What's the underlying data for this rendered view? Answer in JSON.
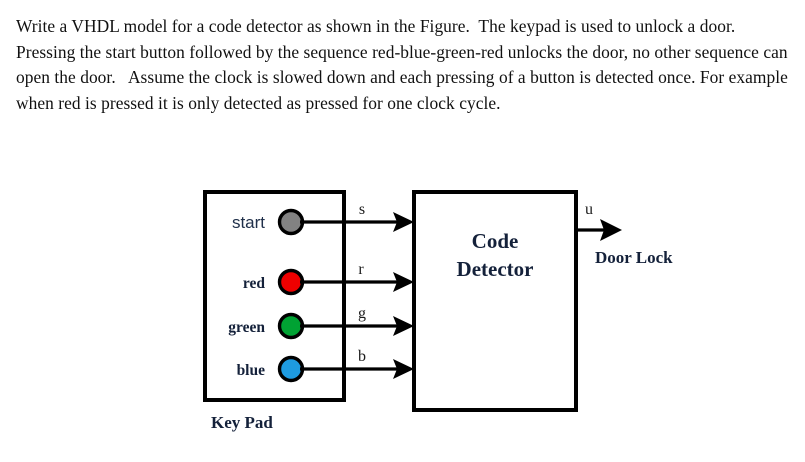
{
  "problem": {
    "text": "Write a VHDL model for a code detector as shown in the Figure.  The keypad is used to unlock a door.  Pressing the start button followed by the sequence red-blue-green-red unlocks the door, no other sequence can open the door.   Assume the clock is slowed down and each pressing of a button is detected once. For example when red is pressed it is only detected as pressed for one clock cycle."
  },
  "figure": {
    "keypad": {
      "caption": "Key Pad",
      "buttons": [
        {
          "label": "start",
          "signal": "s",
          "color": "#828282"
        },
        {
          "label": "red",
          "signal": "r",
          "color": "#ee0000"
        },
        {
          "label": "green",
          "signal": "g",
          "color": "#00a233"
        },
        {
          "label": "blue",
          "signal": "b",
          "color": "#1e9be0"
        }
      ]
    },
    "detector": {
      "title_line1": "Code",
      "title_line2": "Detector"
    },
    "output": {
      "signal": "u",
      "label": "Door Lock"
    }
  },
  "colors": {
    "background": "#ffffff",
    "ink": "#000000",
    "text": "#14213a"
  }
}
